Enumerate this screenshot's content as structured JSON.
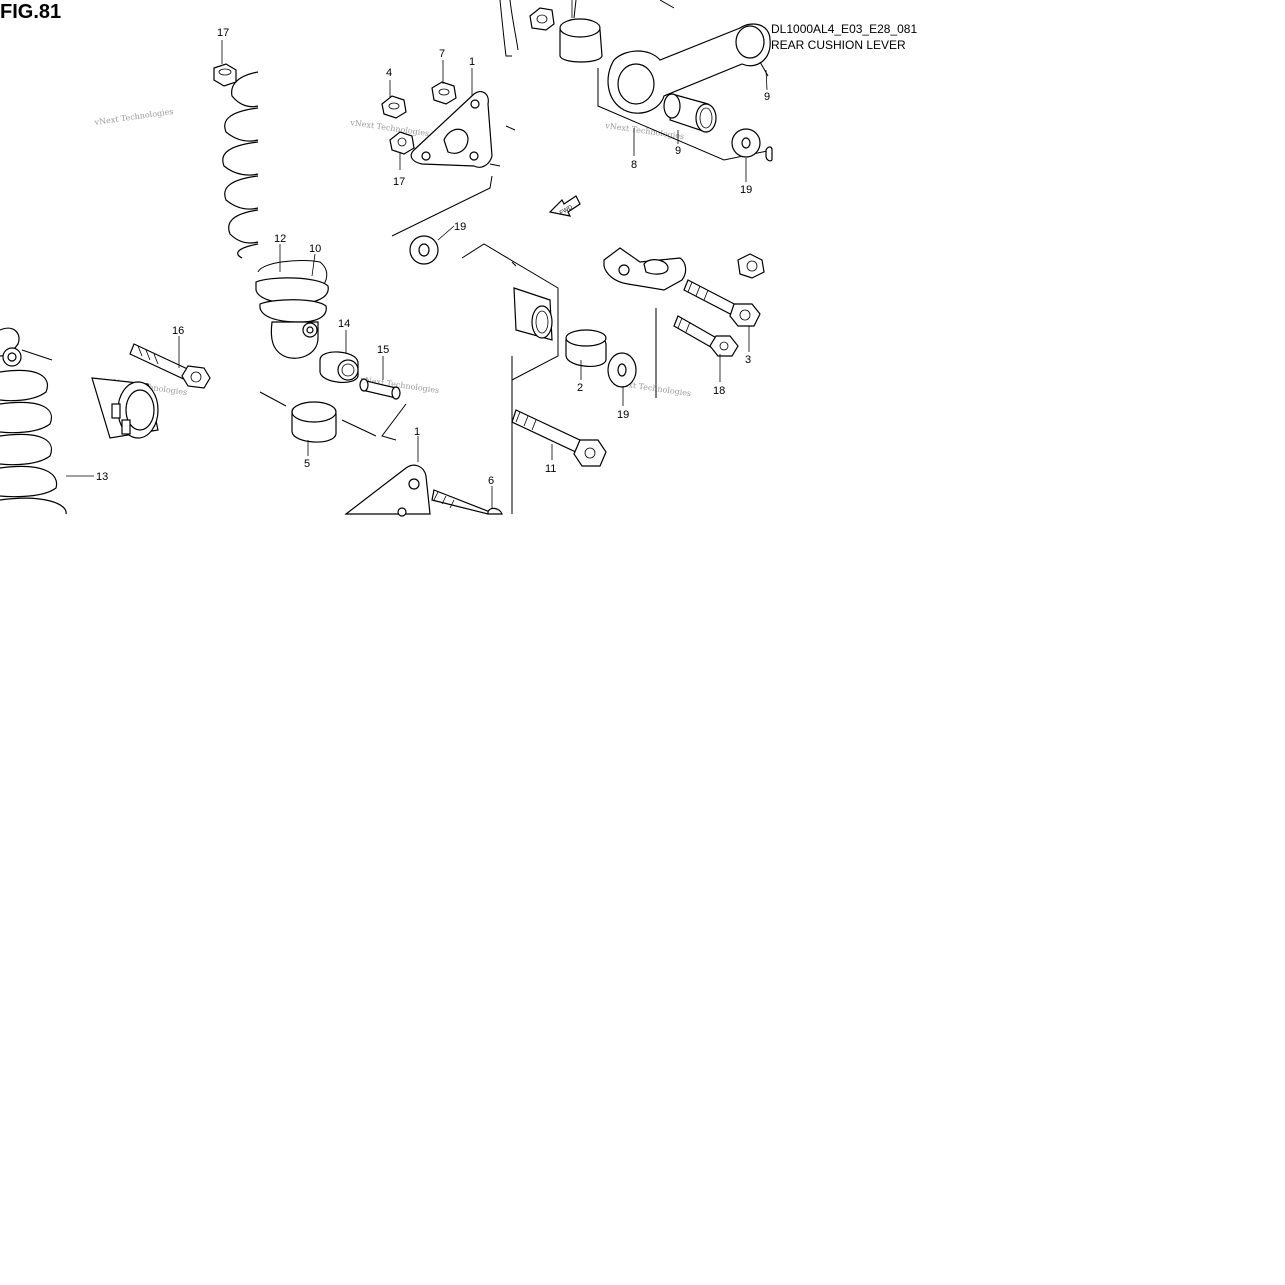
{
  "figure": {
    "title": "FIG.81",
    "code": "DL1000AL4_E03_E28_081",
    "name": "REAR CUSHION LEVER",
    "direction_label": "FWD"
  },
  "callouts": [
    "1",
    "1",
    "2",
    "3",
    "4",
    "5",
    "6",
    "7",
    "8",
    "9",
    "9",
    "10",
    "11",
    "12",
    "13",
    "14",
    "15",
    "16",
    "17",
    "17",
    "18",
    "19",
    "19",
    "19"
  ],
  "watermark": "vNext Technologies"
}
